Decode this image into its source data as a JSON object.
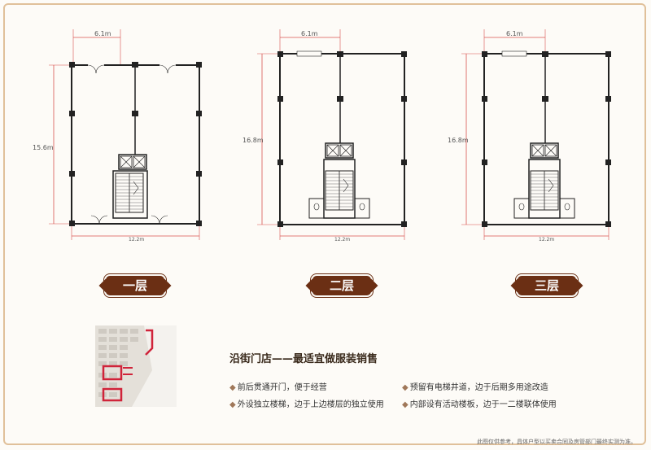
{
  "dimensions": {
    "top_width": "6.1m",
    "floor1_height": "15.6m",
    "floor2_height": "16.8m",
    "floor3_height": "16.8m",
    "bottom_width": "12.2m"
  },
  "floors": [
    {
      "label": "一层"
    },
    {
      "label": "二层"
    },
    {
      "label": "三层"
    }
  ],
  "headline": "沿街门店——最适宜做服装销售",
  "features": [
    "前后贯通开门，便于经营",
    "预留有电梯井道，边于后期多用途改造",
    "外设独立楼梯，边于上边楼层的独立使用",
    "内部设有活动楼板，边于一二楼联体使用"
  ],
  "bullet_glyph": "◆",
  "disclaimer": "此图仅供参考，具体户型以买卖合同及房管部门最终实测为准。",
  "colors": {
    "dimension_line": "#d9534f",
    "wall": "#222222",
    "badge": "#6b2f14",
    "site_highlight": "#d0243a"
  }
}
